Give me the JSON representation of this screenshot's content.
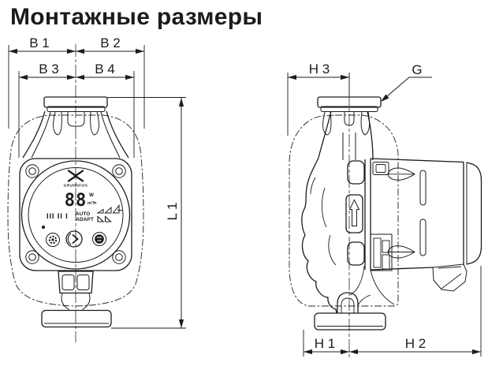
{
  "title": "Монтажные размеры",
  "front_view": {
    "dim_b1": "B 1",
    "dim_b2": "B 2",
    "dim_b3": "B 3",
    "dim_b4": "B 4",
    "dim_l1": "L 1"
  },
  "side_view": {
    "dim_h3": "H 3",
    "dim_g": "G",
    "dim_h1": "H 1",
    "dim_h2": "H 2"
  },
  "display": {
    "brand": "GRUNDFOS",
    "value": "88",
    "unit_w": "W",
    "unit_flow": "m³/h",
    "speed_steps": "III II I",
    "mode_line1": "AUTO",
    "mode_line2": "ADAPT"
  },
  "colors": {
    "line": "#1c1c1c",
    "background": "#ffffff"
  }
}
